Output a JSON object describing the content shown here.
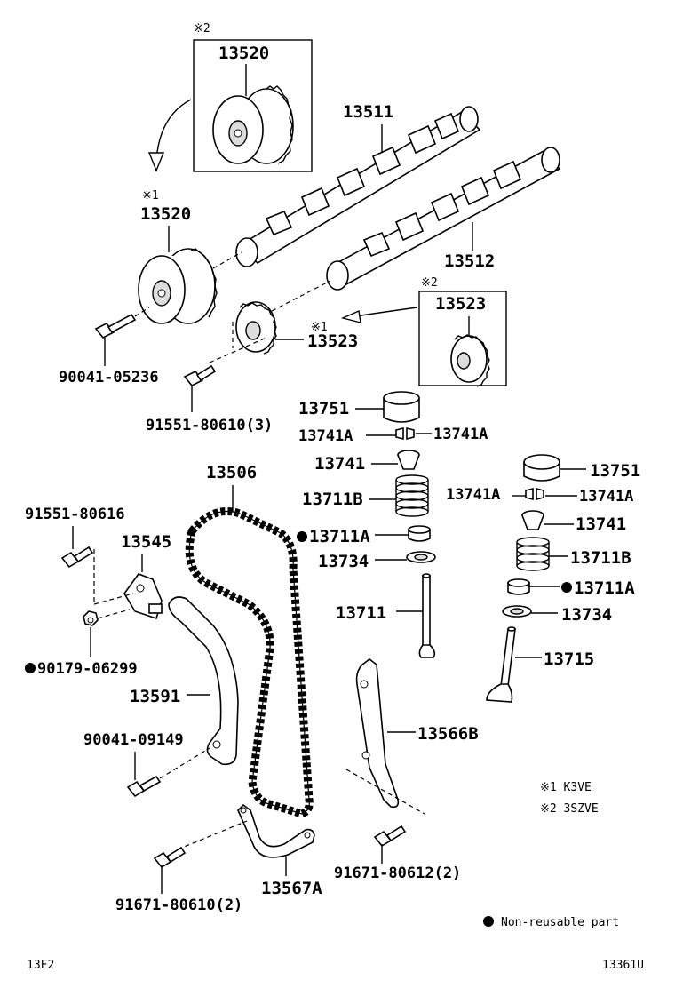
{
  "notes": {
    "mark1": "※2",
    "mark2": "※1",
    "mark3": "※2",
    "mark4": "※1",
    "legend1": "※1 K3VE",
    "legend2": "※2 3SZVE",
    "nonreusable": "Non-reusable part"
  },
  "labels": {
    "p13520_top": "13520",
    "p13511": "13511",
    "p13520_mid": "13520",
    "p13512": "13512",
    "p13523_box": "13523",
    "p13523": "13523",
    "p90041_05236": "90041-05236",
    "p91551_80610": "91551-80610(3)",
    "p13751_l": "13751",
    "p13741A_l1": "13741A",
    "p13741A_l2": "13741A",
    "p13741_l": "13741",
    "p13711B_l": "13711B",
    "p13711A_l": "13711A",
    "p13734_l": "13734",
    "p13711": "13711",
    "p13751_r": "13751",
    "p13741A_r1": "13741A",
    "p13741A_r2": "13741A",
    "p13741_r": "13741",
    "p13711B_r": "13711B",
    "p13711A_r": "13711A",
    "p13734_r": "13734",
    "p13715": "13715",
    "p13506": "13506",
    "p91551_80616": "91551-80616",
    "p13545": "13545",
    "p90179_06299": "90179-06299",
    "p13591": "13591",
    "p90041_09149": "90041-09149",
    "p13566B": "13566B",
    "p91671_80612": "91671-80612(2)",
    "p91671_80610": "91671-80610(2)",
    "p13567A": "13567A"
  },
  "footer": {
    "left": "13F2",
    "right": "13361U"
  }
}
